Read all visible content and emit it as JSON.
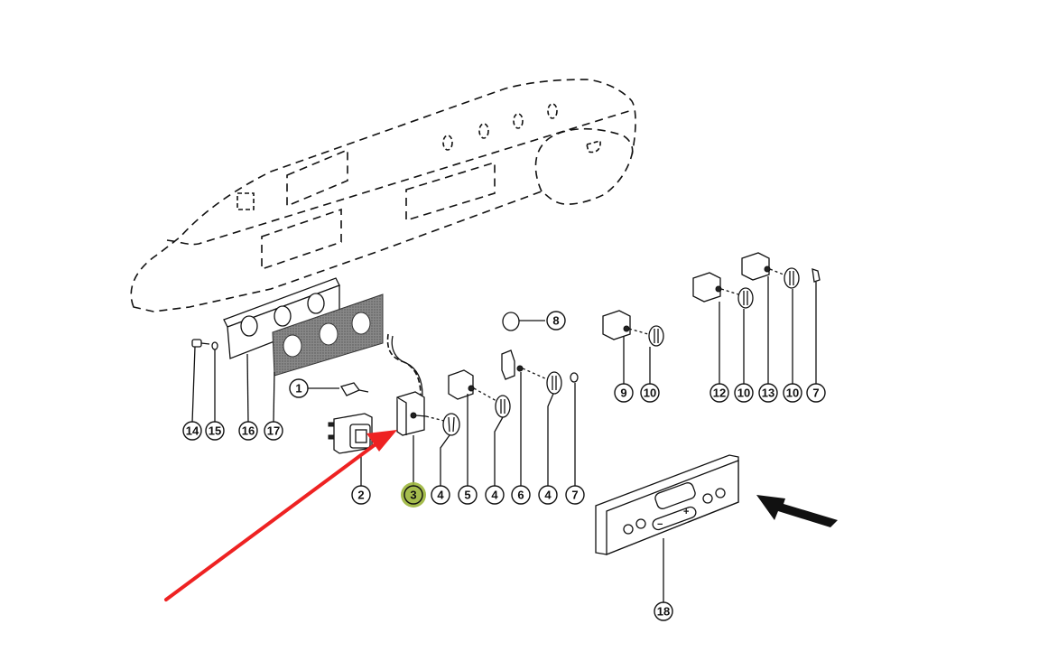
{
  "diagram": {
    "title": "Heater control panel exploded parts diagram",
    "highlight_color": "#9bb53a",
    "arrow_color": "#ee2222",
    "pointer_arrow_color": "#111111",
    "highlighted_callout": "3"
  },
  "callouts": [
    {
      "id": "c1",
      "label": "1",
      "part": "connector"
    },
    {
      "id": "c2",
      "label": "2",
      "part": "rocker-switch"
    },
    {
      "id": "c3",
      "label": "3",
      "part": "potentiometer-switch",
      "highlighted": true
    },
    {
      "id": "c4a",
      "label": "4",
      "part": "knob"
    },
    {
      "id": "c5",
      "label": "5",
      "part": "rotary-switch"
    },
    {
      "id": "c4b",
      "label": "4",
      "part": "knob"
    },
    {
      "id": "c6",
      "label": "6",
      "part": "switch-with-bracket"
    },
    {
      "id": "c4c",
      "label": "4",
      "part": "knob"
    },
    {
      "id": "c7a",
      "label": "7",
      "part": "small-cap"
    },
    {
      "id": "c8",
      "label": "8",
      "part": "blanking-plug"
    },
    {
      "id": "c9",
      "label": "9",
      "part": "rotary-switch"
    },
    {
      "id": "c10a",
      "label": "10",
      "part": "knob"
    },
    {
      "id": "c12",
      "label": "12",
      "part": "rotary-switch"
    },
    {
      "id": "c10b",
      "label": "10",
      "part": "knob"
    },
    {
      "id": "c13",
      "label": "13",
      "part": "rotary-switch"
    },
    {
      "id": "c10c",
      "label": "10",
      "part": "knob"
    },
    {
      "id": "c7b",
      "label": "7",
      "part": "small-cap"
    },
    {
      "id": "c14",
      "label": "14",
      "part": "screw"
    },
    {
      "id": "c15",
      "label": "15",
      "part": "washer"
    },
    {
      "id": "c16",
      "label": "16",
      "part": "mounting-plate"
    },
    {
      "id": "c17",
      "label": "17",
      "part": "gasket"
    },
    {
      "id": "c18",
      "label": "18",
      "part": "digital-control-panel"
    }
  ],
  "control_panel": {
    "minus": "−",
    "plus": "+"
  }
}
